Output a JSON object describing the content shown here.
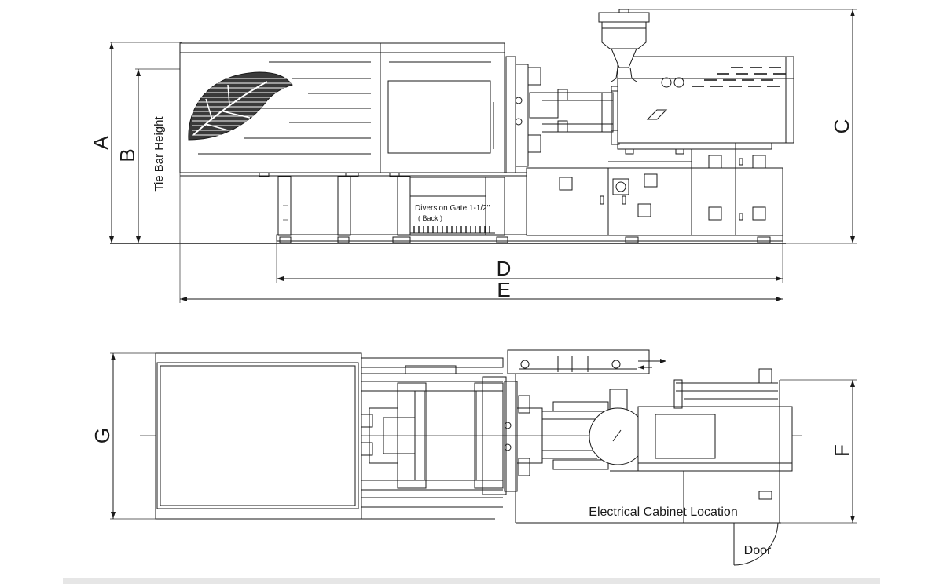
{
  "dimensions": {
    "a": "A",
    "b": "B",
    "c": "C",
    "d": "D",
    "e": "E",
    "f": "F",
    "g": "G"
  },
  "labels": {
    "tie_bar_height": "Tie Bar Height",
    "diversion_gate": "Diversion Gate 1-1/2\"",
    "back": "( Back        )",
    "electrical_cabinet": "Electrical Cabinet Location",
    "door": "Door"
  },
  "icons": {
    "leaf_logo": "leaf-logo-icon"
  },
  "colors": {
    "line": "#1a1a1a",
    "background": "#ffffff"
  }
}
